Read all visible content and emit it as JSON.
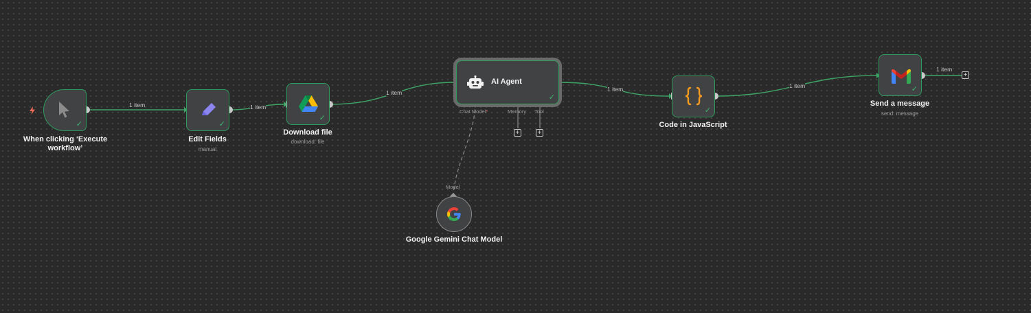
{
  "workflow": {
    "trigger": {
      "title": "When clicking ‘Execute workflow’",
      "icon": "cursor-icon",
      "bolt_icon": "lightning-bolt-icon"
    },
    "edit_fields": {
      "title": "Edit Fields",
      "subtitle": "manual",
      "icon": "pencil-icon"
    },
    "download_file": {
      "title": "Download file",
      "subtitle": "download: file",
      "icon": "google-drive-icon"
    },
    "ai_agent": {
      "title": "AI Agent",
      "icon": "robot-icon",
      "ports": {
        "chat_model": "Chat Model",
        "required_mark": "*",
        "memory": "Memory",
        "tool": "Tool"
      }
    },
    "code": {
      "title": "Code in JavaScript",
      "icon": "curly-braces-icon"
    },
    "gmail": {
      "title": "Send a message",
      "subtitle": "send: message",
      "icon": "gmail-icon"
    },
    "gemini": {
      "title": "Google Gemini Chat Model",
      "port_label": "Model",
      "icon": "google-g-icon"
    },
    "edges": {
      "e1": "1 item",
      "e2": "1 item",
      "e3": "1 item",
      "e4": "1 item",
      "e5": "1 item",
      "e6": "1 item"
    },
    "colors": {
      "success": "#3fb56f",
      "canvas": "#2a2a2a",
      "node": "#414244",
      "required": "#ff6b6b"
    }
  }
}
